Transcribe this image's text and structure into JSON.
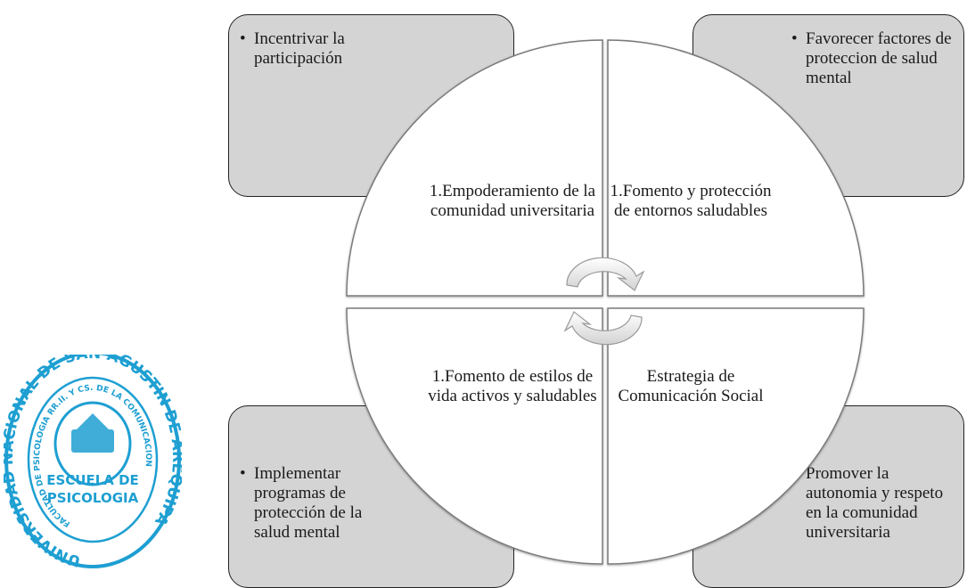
{
  "boxes": {
    "top_left": {
      "bullet": "•",
      "text": "Incentrivar la participación"
    },
    "top_right": {
      "bullet": "•",
      "text": "Favorecer factores de proteccion de salud mental"
    },
    "bottom_left": {
      "bullet": "•",
      "text": "Implementar programas de protección de la salud mental"
    },
    "bottom_right": {
      "bullet": "•",
      "text": "Promover la autonomia y respeto en la comunidad universitaria"
    }
  },
  "quadrants": {
    "top_left": "1.Empoderamiento de la comunidad universitaria",
    "top_right": "1.Fomento y protección de entornos saludables",
    "bottom_left": "1.Fomento de estilos de vida activos y saludables",
    "bottom_right": "Estrategia de Comunicación Social"
  },
  "seal": {
    "ring_text": "UNIVERSIDAD NACIONAL DE SAN AGUSTIN DE AREQUIPA",
    "inner_text": "FACULTAD DE PSICOLOGIA RR.II. Y CS. DE LA COMUNICACION",
    "center_text_1": "ESCUELA DE",
    "center_text_2": "PSICOLOGIA"
  },
  "colors": {
    "box_fill": "#d4d4d4",
    "circle_fill": "#ffffff",
    "stamp": "#1e9fd2",
    "arrow": "#e6e6e6"
  }
}
